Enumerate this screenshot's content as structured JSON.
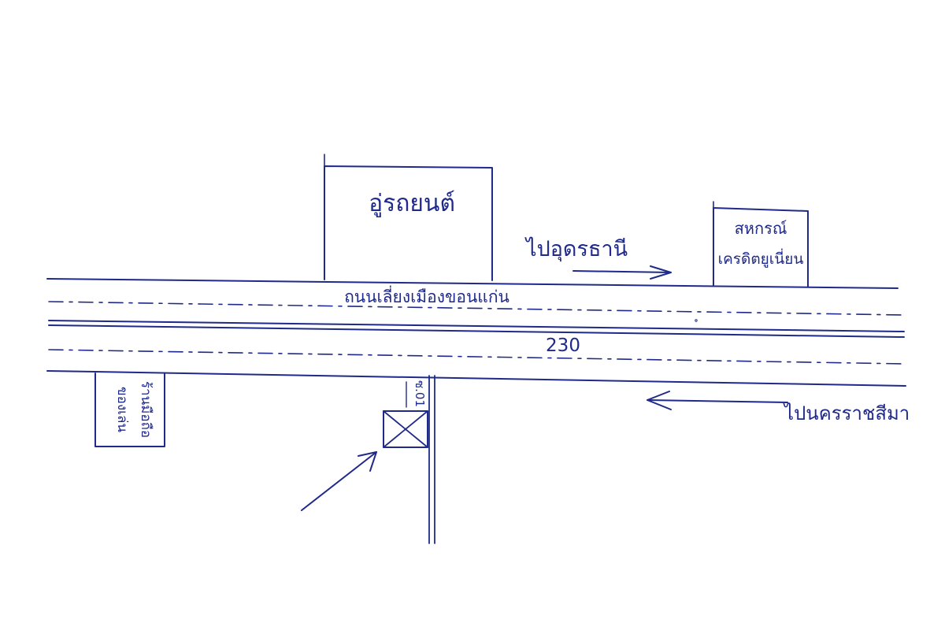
{
  "map": {
    "road_name": "ถนนเลี่ยงเมืองขอนแก่น",
    "road_number": "230",
    "direction_east": "ไปอุดรธานี",
    "direction_west": "ไปนครราชสีมา",
    "buildings": {
      "garage": "อู่รถยนต์",
      "coop_line1": "สหกรณ์",
      "coop_line2": "เครดิตยูเนี่ยน",
      "shop_line1": "ร้านมือถือ",
      "shop_line2": "ของเล่น"
    },
    "lane_label": "ซ.01"
  },
  "colors": {
    "ink": "#1f2a8a",
    "paper": "#ffffff"
  }
}
